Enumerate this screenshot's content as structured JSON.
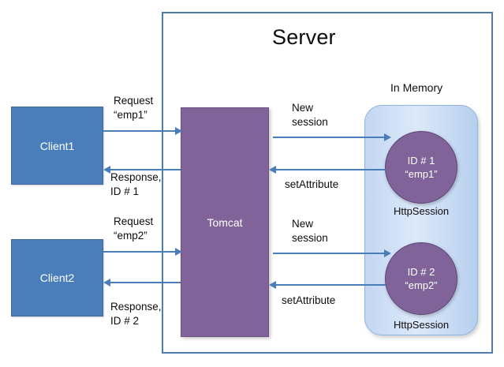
{
  "diagram": {
    "title": "Server",
    "memory_label": "In Memory",
    "tomcat_label": "Tomcat",
    "clients": [
      {
        "label": "Client1"
      },
      {
        "label": "Client2"
      }
    ],
    "sessions": [
      {
        "id_label": "ID # 1",
        "attr_label": "“emp1”",
        "caption": "HttpSession"
      },
      {
        "id_label": "ID # 2",
        "attr_label": "“emp2”",
        "caption": "HttpSession"
      }
    ],
    "flows": {
      "client1_request": "Request\n“emp1”",
      "client1_response": "Response,\nID # 1",
      "client2_request": "Request\n“emp2”",
      "client2_response": "Response,\nID # 2",
      "session1_new": "New\nsession",
      "session1_setattribute": "setAttribute",
      "session2_new": "New\nsession",
      "session2_setattribute": "setAttribute"
    }
  },
  "colors": {
    "client_fill": "#4a7ebb",
    "tomcat_fill": "#7f6399",
    "session_fill": "#7f6399",
    "memory_fill": "#c3d7f2",
    "line": "#4a7ebb",
    "frame": "#4f7cad",
    "text": "#0d0d0d"
  }
}
